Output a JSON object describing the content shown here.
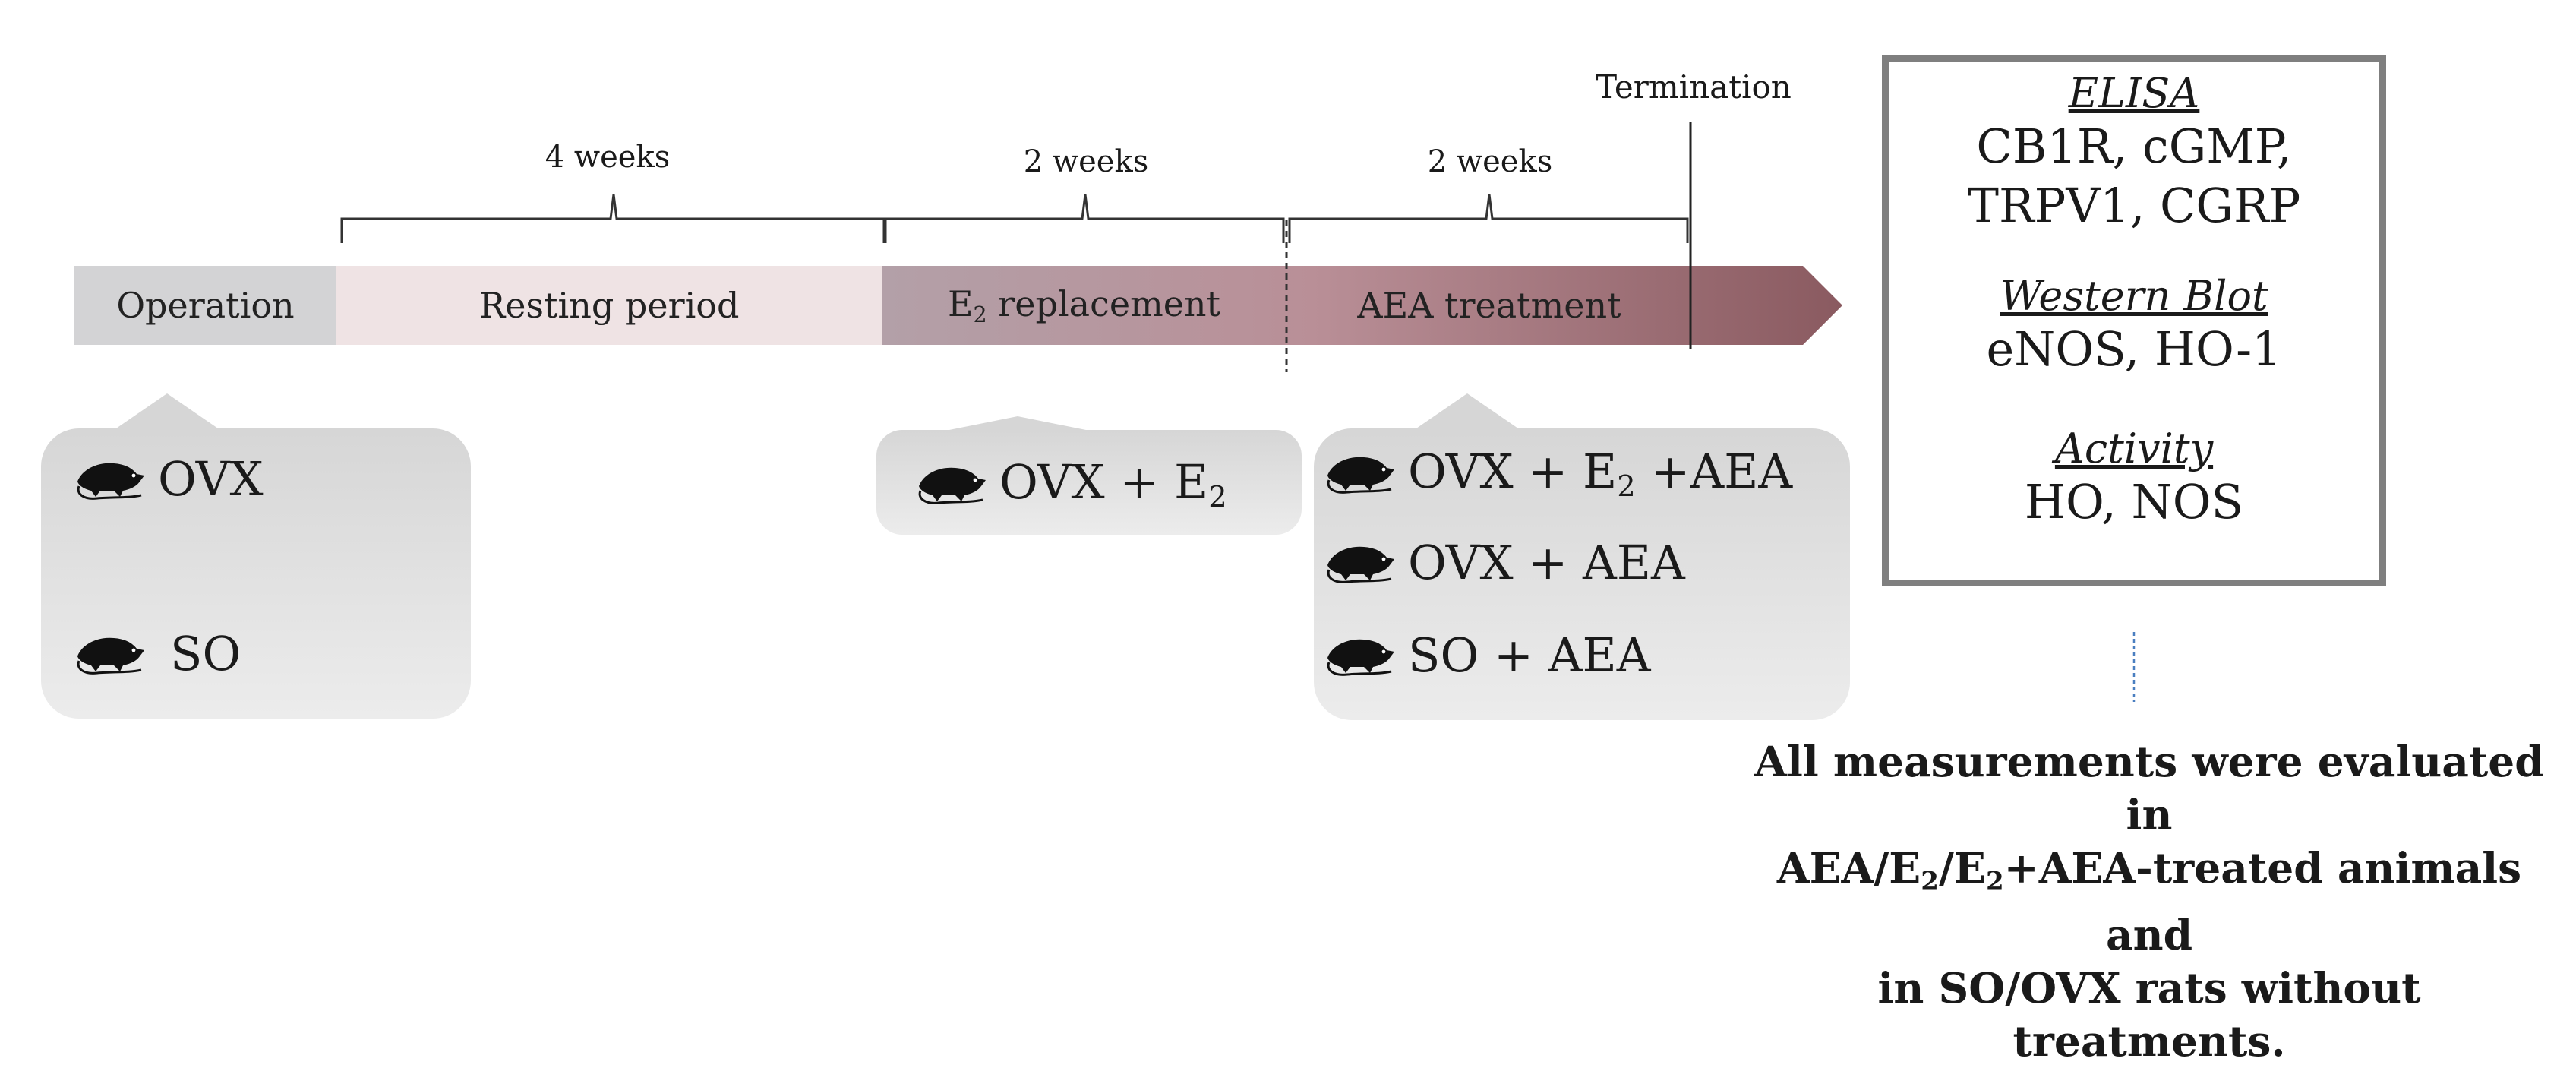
{
  "colors": {
    "operation": "#d3d3d5",
    "resting": "#efe3e4",
    "arrow_start": "#b8a3aa",
    "arrow_end": "#8a5a60",
    "bubble": "#d6d6d6",
    "box_border": "#7f7f7f"
  },
  "timeline": {
    "operation": "Operation",
    "resting": "Resting period",
    "e2_main": "E",
    "e2_sub": "2",
    "e2_rest": " replacement",
    "aea": "AEA treatment",
    "termination": "Termination",
    "weeks_1": "4 weeks",
    "weeks_2": "2 weeks",
    "weeks_3": "2 weeks"
  },
  "groups": {
    "ovx": "OVX",
    "so": "SO",
    "ovx_e2_a": "OVX + E",
    "ovx_e2_b": "2",
    "ovx_e2_aea_a": "OVX + E",
    "ovx_e2_aea_b": "2",
    "ovx_e2_aea_c": " +AEA",
    "ovx_aea": "OVX + AEA",
    "so_aea": "SO + AEA",
    "icon": "rat-icon"
  },
  "measurements": {
    "elisa_title": "ELISA",
    "elisa_line1": "CB1R, cGMP,",
    "elisa_line2": "TRPV1, CGRP",
    "wb_title": "Western Blot",
    "wb_line": "eNOS, HO-1",
    "activity_title": "Activity",
    "activity_line": "HO, NOS"
  },
  "summary": {
    "line1": "All measurements were evaluated in",
    "line2_a": "AEA/E",
    "line2_b": "2",
    "line2_c": "/E",
    "line2_d": "2",
    "line2_e": "+AEA-treated  animals and",
    "line3": "in SO/OVX rats without treatments."
  }
}
